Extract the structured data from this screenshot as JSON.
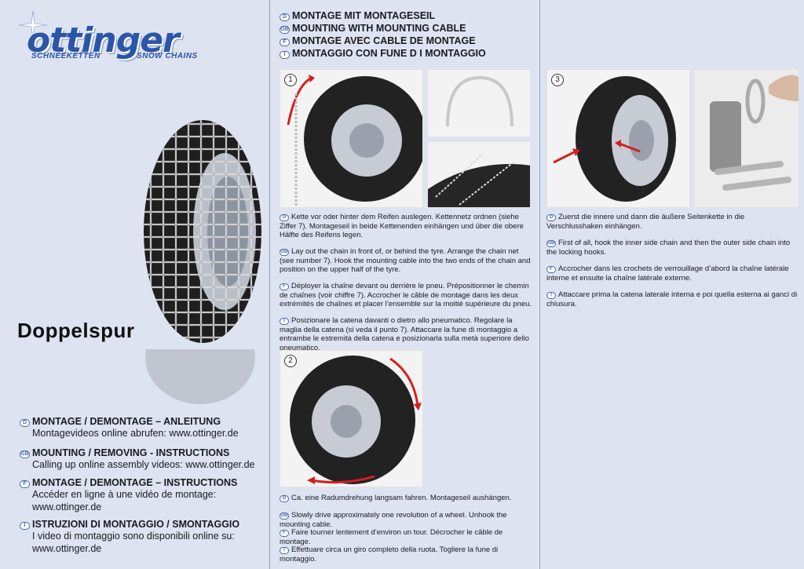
{
  "brand": {
    "name": "ottinger",
    "tagline_de": "SCHNEEKETTEN",
    "tagline_en": "SNOW CHAINS"
  },
  "product": {
    "title": "Doppelspur"
  },
  "flags": {
    "de": "D",
    "gb": "GB",
    "fr": "F",
    "it": "I"
  },
  "left_instructions": [
    {
      "flag": "D",
      "heading": "MONTAGE / DEMONTAGE – ANLEITUNG",
      "lines": [
        "Montagevideos online abrufen: www.ottinger.de"
      ]
    },
    {
      "flag": "GB",
      "heading": "MOUNTING / REMOVING - INSTRUCTIONS",
      "lines": [
        "Calling up online assembly videos: www.ottinger.de"
      ]
    },
    {
      "flag": "F",
      "heading": "MONTAGE / DEMONTAGE – INSTRUCTIONS",
      "lines": [
        "Accéder en ligne à une vidéo de montage:",
        "www.ottinger.de"
      ]
    },
    {
      "flag": "I",
      "heading": "ISTRUZIONI DI MONTAGGIO / SMONTAGGIO",
      "lines": [
        "I video di montaggio sono disponibili online su:",
        "www.ottinger.de"
      ]
    }
  ],
  "mid_header": [
    {
      "flag": "D",
      "text": "MONTAGE MIT MONTAGESEIL"
    },
    {
      "flag": "GB",
      "text": "MOUNTING WITH MOUNTING CABLE"
    },
    {
      "flag": "F",
      "text": "MONTAGE AVEC CABLE DE MONTAGE"
    },
    {
      "flag": "I",
      "text": "MONTAGGIO CON  FUNE D I MONTAGGIO"
    }
  ],
  "step1": {
    "number": "1",
    "paragraphs": [
      {
        "flag": "D",
        "text": "Kette vor oder hinter dem Reifen auslegen. Kettennetz ordnen (siehe Ziffer 7). Montageseil in beide Kettenenden einhängen und über die obere Hälfte des Reifens legen."
      },
      {
        "flag": "GB",
        "text": "Lay out the chain in front of, or behind the tyre. Arrange the chain net (see number 7). Hook the mounting cable into the two ends of the chain and position on the upper half of the tyre."
      },
      {
        "flag": "F",
        "text": "Déployer la chaîne devant ou derrière le pneu. Prépositionner le chemin de chaînes (voir chiffre 7). Accrocher le câble de montage dans les deux extrémités de chaînes et placer l’ensemble sur la moitié supérieure du pneu."
      },
      {
        "flag": "I",
        "text": "Posizionare la catena davanti o dietro allo pneumatico. Regolare la maglia della catena (si veda il punto 7). Attaccare la fune di montaggio a entrambe le estremità della catena e posizionarla sulla metà superiore dello pneumatico."
      }
    ]
  },
  "step2": {
    "number": "2",
    "paragraphs": [
      {
        "flag": "D",
        "text": "Ca. eine Radumdrehung langsam fahren. Montageseil aushängen."
      },
      {
        "flag": "GB",
        "text": "Slowly drive approximately one revolution of a wheel. Unhook the mounting cable."
      },
      {
        "flag": "F",
        "text": "Faire tourner lentement d’environ un tour. Décrocher le câble de montage."
      },
      {
        "flag": "I",
        "text": "Effettuare circa un giro completo della ruota. Togliere la fune di montaggio."
      }
    ]
  },
  "step3": {
    "number": "3",
    "paragraphs": [
      {
        "flag": "D",
        "text": "Zuerst die innere und dann die äußere Seitenkette in die Verschlusshaken einhängen."
      },
      {
        "flag": "GB",
        "text": "First of all, hook the inner side chain and then the outer side chain into the locking hooks."
      },
      {
        "flag": "F",
        "text": "Accrocher dans les crochets de verrouillage d’abord la chaîne latérale interne et ensuite la chaîne latérale externe."
      },
      {
        "flag": "I",
        "text": "Attaccare prima la catena laterale interna e poi quella esterna ai ganci di chiusura."
      }
    ]
  },
  "colors": {
    "background": "#dde3f0",
    "brand_blue": "#2b56a8",
    "arrow_red": "#d42020"
  }
}
